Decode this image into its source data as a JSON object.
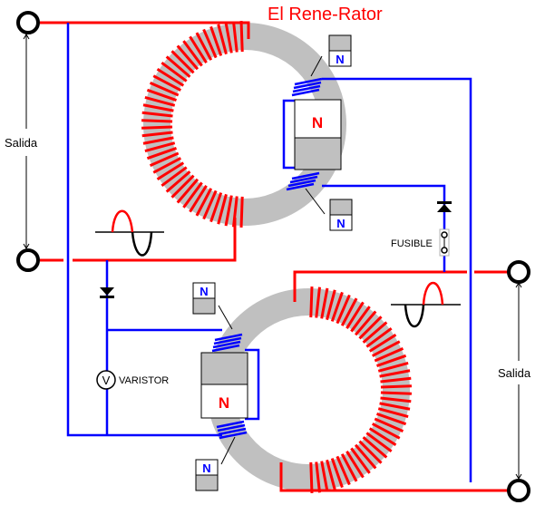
{
  "title": "El Rene-Rator",
  "colors": {
    "primary_wire": "#ff0000",
    "secondary_wire": "#0000ff",
    "core": "#c0c0c0",
    "magnet_label_core": "#ff0000",
    "magnet_label_small": "#0000ff",
    "outline": "#000000"
  },
  "terminals": {
    "left_output_label": "Salida",
    "right_output_label": "Salida"
  },
  "components": {
    "fuse_label": "FUSIBLE",
    "varistor_label": "VARISTOR",
    "varistor_symbol": "V"
  },
  "magnets": {
    "core_top_label": "N",
    "core_bottom_label": "N",
    "small_1_label": "N",
    "small_2_label": "N",
    "small_3_label": "N",
    "small_4_label": "N"
  },
  "icons": [
    "terminal-icon",
    "diode-icon",
    "fuse-icon",
    "varistor-icon",
    "sine-wave-icon",
    "toroid-core-icon",
    "magnet-icon"
  ]
}
